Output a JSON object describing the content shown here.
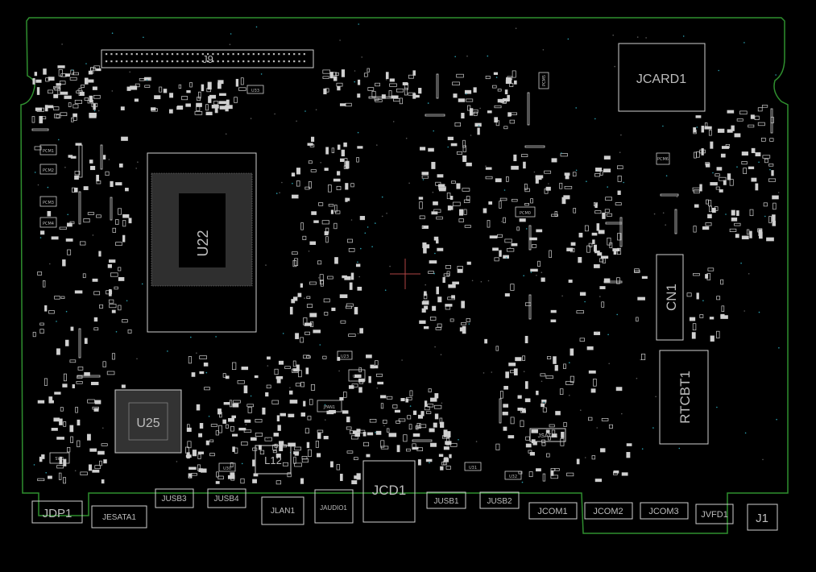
{
  "colors": {
    "background": "#000000",
    "outline": "#2f8f2f",
    "silkscreen": "#bdbdbd",
    "component": "#d0d0d0",
    "via": "#2aa0b0"
  },
  "components": {
    "J9": "J9",
    "JCARD1": "JCARD1",
    "U22": "U22",
    "U25": "U25",
    "CN1": "CN1",
    "RTCBT1": "RTCBT1",
    "L12": "L12",
    "JCD1": "JCD1",
    "JDP1": "JDP1",
    "JESATA1": "JESATA1",
    "JUSB3": "JUSB3",
    "JUSB4": "JUSB4",
    "JLAN1": "JLAN1",
    "JAUDIO1": "JAUDIO1",
    "JUSB1": "JUSB1",
    "JUSB2": "JUSB2",
    "JCOM1": "JCOM1",
    "JCOM2": "JCOM2",
    "JCOM3": "JCOM3",
    "JVFD1": "JVFD1",
    "J1": "J1",
    "JSATA1": "JSATA1",
    "U23": "U23",
    "U24": "U24",
    "JFAN1": "JFAN1",
    "U31": "U31",
    "U32": "U32",
    "U33": "U33",
    "U30": "U30",
    "SW1": "SW1",
    "PCM0": "PCM0",
    "PCM1": "PCM1",
    "PCM2": "PCM2",
    "PCM3": "PCM3",
    "PCM4": "PCM4",
    "PCM5": "PCM5",
    "PCM6": "PCM6"
  }
}
